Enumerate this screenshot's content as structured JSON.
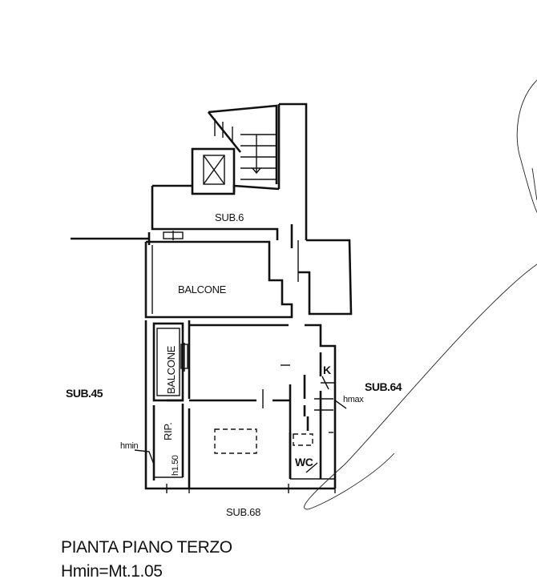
{
  "plan": {
    "labels": {
      "sub6": "SUB.6",
      "balcone_main": "BALCONE",
      "balcone_side": "BALCONE",
      "sub45": "SUB.45",
      "sub64": "SUB.64",
      "sub68": "SUB.68",
      "k": "K",
      "hmax": "hmax",
      "hmin": "hmin",
      "rip": "RIP.",
      "h150": "h1.50",
      "wc": "WC"
    }
  },
  "caption": {
    "title": "PIANTA PIANO TERZO",
    "hmin": "Hmin=Mt.1.05"
  }
}
